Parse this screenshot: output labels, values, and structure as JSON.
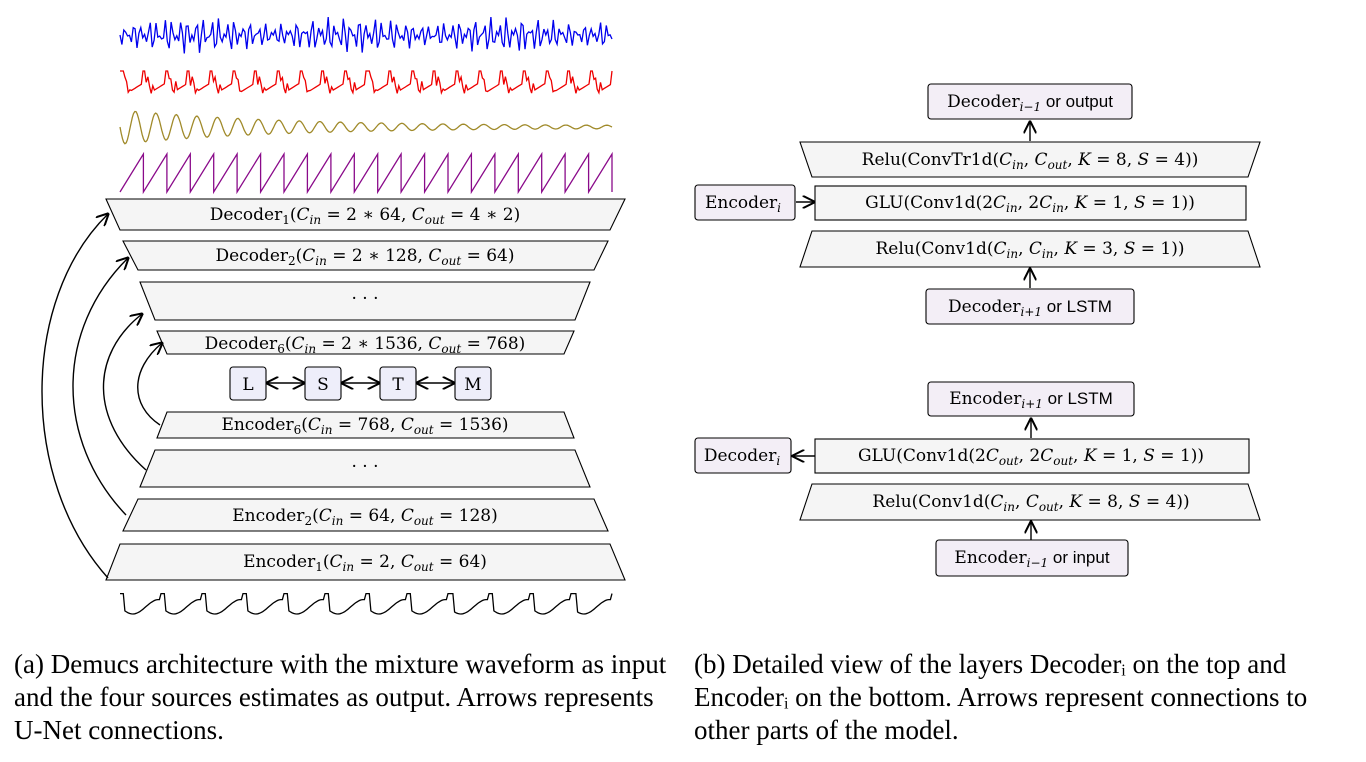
{
  "panel_a": {
    "decoders": [
      {
        "name": "Decoder",
        "sub": "1",
        "args": "(Cin = 2 ∗ 64, Cout = 4 ∗ 2)"
      },
      {
        "name": "Decoder",
        "sub": "2",
        "args": "(Cin = 2 ∗ 128, Cout = 64)"
      },
      {
        "name": "",
        "sub": "",
        "args": "· · ·"
      },
      {
        "name": "Decoder",
        "sub": "6",
        "args": "(Cin = 2 ∗ 1536, Cout = 768)"
      }
    ],
    "lstm_sources": [
      "L",
      "S",
      "T",
      "M"
    ],
    "encoders": [
      {
        "name": "Encoder",
        "sub": "6",
        "args": "(Cin = 768, Cout = 1536)"
      },
      {
        "name": "",
        "sub": "",
        "args": "· · ·"
      },
      {
        "name": "Encoder",
        "sub": "2",
        "args": "(Cin = 64, Cout = 128)"
      },
      {
        "name": "Encoder",
        "sub": "1",
        "args": "(Cin = 2, Cout = 64)"
      }
    ],
    "waveform_colors": [
      "#0000ee",
      "#ee0000",
      "#a08a2a",
      "#8a0a8a",
      "#000000"
    ]
  },
  "panel_b": {
    "decoder": {
      "output": "Decoder_{i−1} or output",
      "convtr": "Relu(ConvTr1d(Cin, Cout, K = 8, S = 4))",
      "glu": "GLU(Conv1d(2Cin, 2Cin, K = 1, S = 1))",
      "relu": "Relu(Conv1d(Cin, Cin, K = 3, S = 1))",
      "input": "Decoder_{i+1} or LSTM",
      "side": "Encoder_{i}"
    },
    "encoder": {
      "output": "Encoder_{i+1} or LSTM",
      "glu": "GLU(Conv1d(2Cout, 2Cout, K = 1, S = 1))",
      "relu": "Relu(Conv1d(Cin, Cout, K = 8, S = 4))",
      "input": "Encoder_{i−1} or input",
      "side": "Decoder_{i}"
    }
  },
  "captions": {
    "a": "(a) Demucs architecture with the mixture waveform as input and the four sources estimates as output. Arrows represents U-Net connections.",
    "b": "(b) Detailed view of the layers Decoderᵢ on the top and Encoderᵢ on the bottom. Arrows represent connections to other parts of the model."
  }
}
